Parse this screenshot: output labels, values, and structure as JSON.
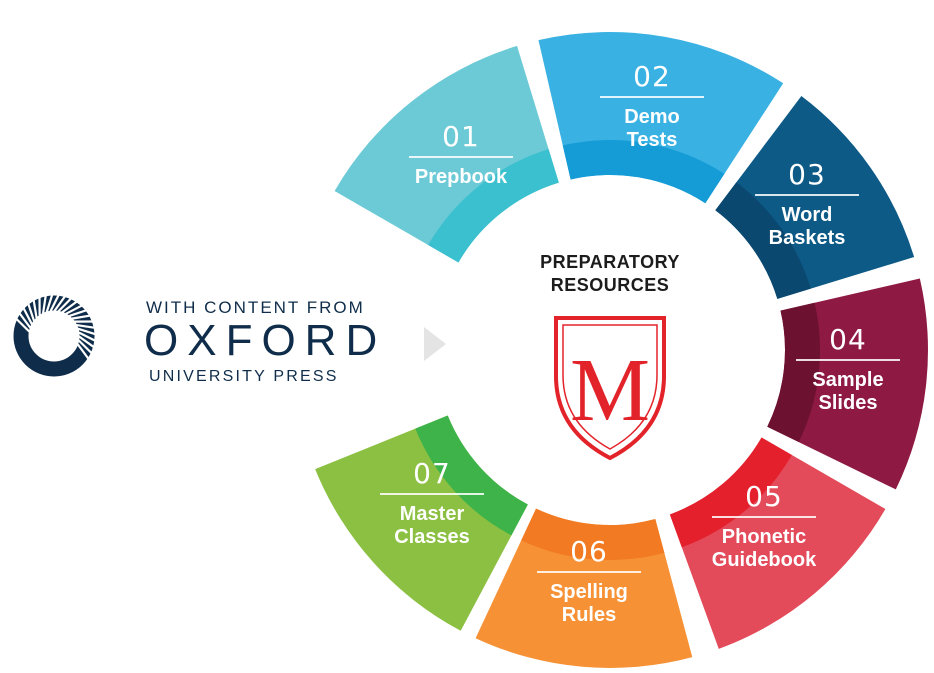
{
  "logo": {
    "line1": "WITH CONTENT FROM",
    "line2": "OXFORD",
    "line3": "UNIVERSITY PRESS",
    "color": "#0f2d4a"
  },
  "center": {
    "title_line1": "PREPARATORY",
    "title_line2": "RESOURCES",
    "emblem": "M",
    "emblem_color": "#e3232a"
  },
  "segments": [
    {
      "num": "01",
      "lines": [
        "Prepbook"
      ],
      "color": "#6ccad6",
      "inner": "#3bc0cf"
    },
    {
      "num": "02",
      "lines": [
        "Demo",
        "Tests"
      ],
      "color": "#39b1e3",
      "inner": "#159bd6"
    },
    {
      "num": "03",
      "lines": [
        "Word",
        "Baskets"
      ],
      "color": "#0d5a86",
      "inner": "#0a4870"
    },
    {
      "num": "04",
      "lines": [
        "Sample",
        "Slides"
      ],
      "color": "#8e1a43",
      "inner": "#6d1130"
    },
    {
      "num": "05",
      "lines": [
        "Phonetic",
        "Guidebook"
      ],
      "color": "#e34a5a",
      "inner": "#e5202d"
    },
    {
      "num": "06",
      "lines": [
        "Spelling",
        "Rules"
      ],
      "color": "#f69235",
      "inner": "#f17a22"
    },
    {
      "num": "07",
      "lines": [
        "Master",
        "Classes"
      ],
      "color": "#8cc042",
      "inner": "#3db34a"
    }
  ]
}
